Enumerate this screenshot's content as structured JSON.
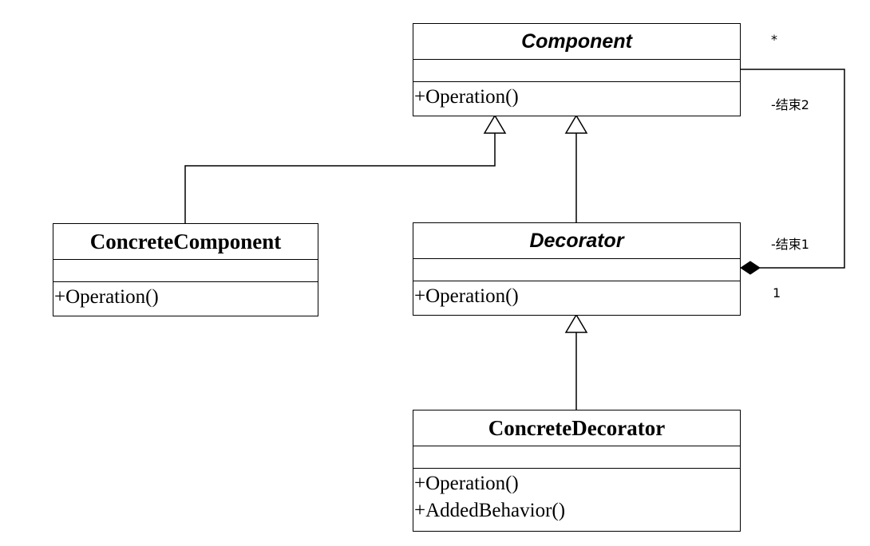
{
  "classes": {
    "component": {
      "name": "Component",
      "operations": [
        "+Operation()"
      ]
    },
    "concrete_component": {
      "name": "ConcreteComponent",
      "operations": [
        "+Operation()"
      ]
    },
    "decorator": {
      "name": "Decorator",
      "operations": [
        "+Operation()"
      ]
    },
    "concrete_decorator": {
      "name": "ConcreteDecorator",
      "operations": [
        "+Operation()",
        "+AddedBehavior()"
      ]
    }
  },
  "association": {
    "end2_multiplicity": "*",
    "end2_role": "-结束2",
    "end1_role": "-结束1",
    "end1_multiplicity": "1"
  }
}
